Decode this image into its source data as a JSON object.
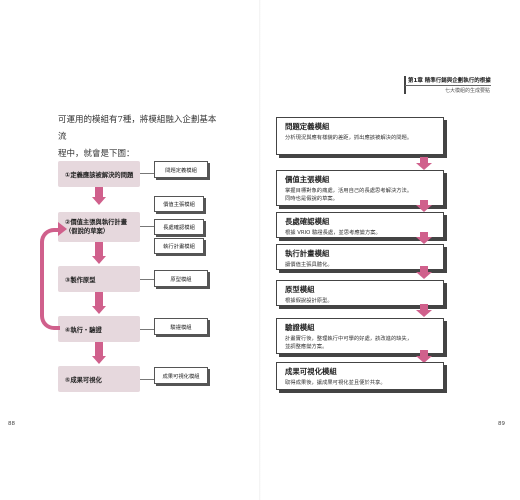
{
  "header": {
    "chapter": "第1章 精準行銷與企劃執行的根據",
    "subtitle": "七大模組的生成要點"
  },
  "intro": {
    "line1": "可運用的模組有7種，將模組融入企劃基本流",
    "line2": "程中，就會是下圖："
  },
  "steps": [
    {
      "label": "①定義應該被解決的問題"
    },
    {
      "label_l1": "②價值主張與執行計畫",
      "label_l2": "（假說的草案）"
    },
    {
      "label": "③製作原型"
    },
    {
      "label": "④執行・驗證"
    },
    {
      "label": "⑤成果可視化"
    }
  ],
  "tags": {
    "problem": "問題定義模組",
    "value": "價值主張模組",
    "strength": "長處確認模組",
    "plan": "執行計畫模組",
    "proto": "原型模組",
    "verify": "驗證模組",
    "result": "成果可視化模組"
  },
  "cards": [
    {
      "title": "問題定義模組",
      "desc1": "分析現況與應有樣貌的差距，抓出應該被解決的問題。"
    },
    {
      "title": "價值主張模組",
      "desc1": "掌握目標對象的痛處，活用自己的長處思考解決方法。",
      "desc2": "同時也是假說的草案。"
    },
    {
      "title": "長處確認模組",
      "desc1": "根據 VRIO 驗證長處，並思考應變方案。"
    },
    {
      "title": "執行計畫模組",
      "desc1": "讓價值主張具體化。"
    },
    {
      "title": "原型模組",
      "desc1": "根據假說設計原型。"
    },
    {
      "title": "驗證模組",
      "desc1": "計畫實行後，整理執行中可學的好處，該改進的缺失，",
      "desc2": "並調整應變方案。"
    },
    {
      "title": "成果可視化模組",
      "desc1": "取得成果後，讓成果可視化並且便於共享。"
    }
  ],
  "pages": {
    "left": "88",
    "right": "89"
  },
  "colors": {
    "accent": "#d0608c",
    "step_fill": "#e6d8dd"
  }
}
